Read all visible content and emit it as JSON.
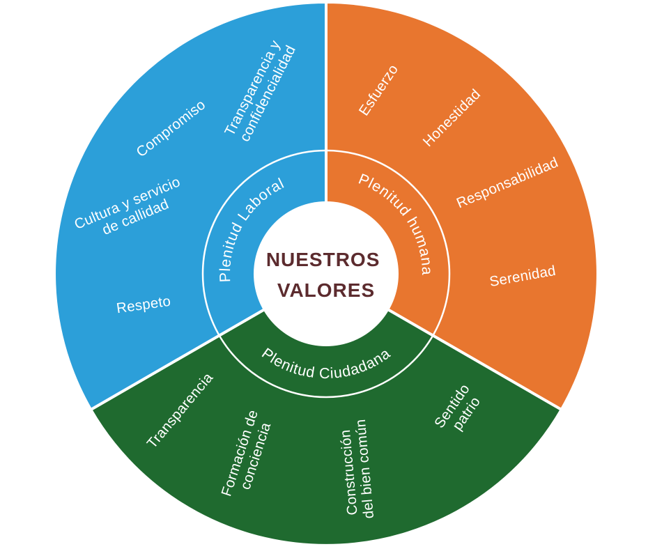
{
  "diagram": {
    "title_line1": "NUESTROS",
    "title_line2": "VALORES"
  },
  "colors": {
    "blue": "#2C9FD9",
    "orange": "#E8762F",
    "green": "#1F6A2F",
    "title_text": "#5C2B2E",
    "label_text": "#FFFFFF"
  },
  "sections": {
    "laboral": {
      "label": "Plenitud Laboral",
      "values": [
        {
          "line1": "Transparencia y",
          "line2": "confidencialidad"
        },
        {
          "line1": "Compromiso"
        },
        {
          "line1": "Cultura y servicio",
          "line2": "de callidad"
        },
        {
          "line1": "Respeto"
        }
      ]
    },
    "humana": {
      "label": "Plenitud humana",
      "values": [
        {
          "line1": "Esfuerzo"
        },
        {
          "line1": "Honestidad"
        },
        {
          "line1": "Responsabilidad"
        },
        {
          "line1": "Serenidad"
        }
      ]
    },
    "ciudadana": {
      "label": "Plenitud Ciudadana",
      "values": [
        {
          "line1": "Transparencia"
        },
        {
          "line1": "Formación de",
          "line2": "conciencia"
        },
        {
          "line1": "Construcción",
          "line2": "del bien común"
        },
        {
          "line1": "Sentido",
          "line2": "patrio"
        }
      ]
    }
  }
}
